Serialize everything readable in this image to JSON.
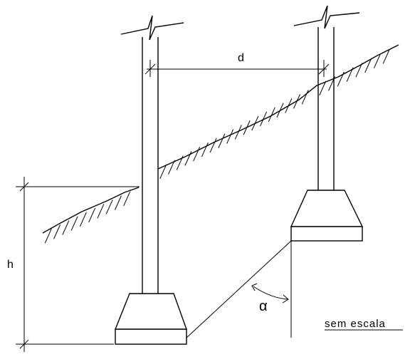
{
  "labels": {
    "distance": "d",
    "height": "h",
    "angle": "α",
    "scale_note": "sem escala"
  }
}
